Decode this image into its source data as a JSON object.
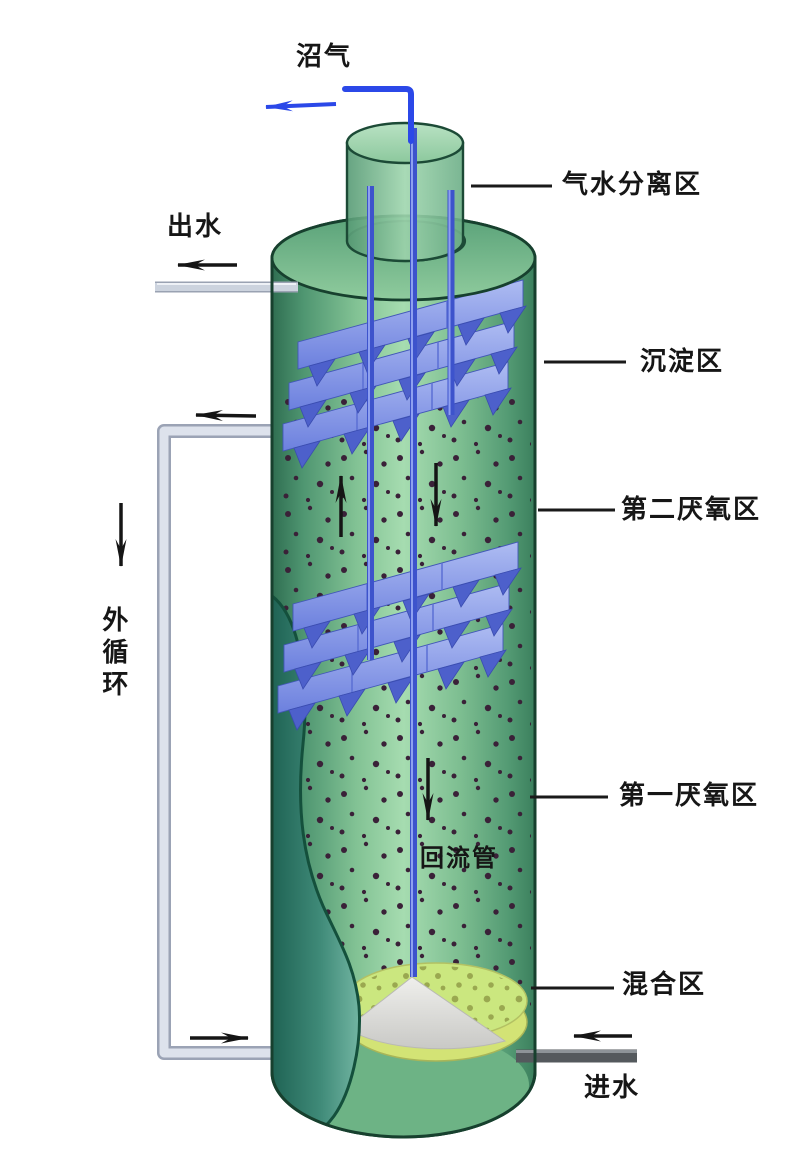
{
  "diagram": {
    "labels": {
      "biogas": "沼气",
      "gas_water_separation": "气水分离区",
      "effluent": "出水",
      "sedimentation": "沉淀区",
      "second_anaerobic_zone": "第二厌氧区",
      "external_circulation": "外循环",
      "return_pipe": "回流管",
      "first_anaerobic_zone": "第一厌氧区",
      "mixing_zone": "混合区",
      "influent": "进水"
    },
    "colors": {
      "tank_green_mid": "#a6dcb0",
      "tank_green_edge": "#2f6e51",
      "tank_outline": "#17402e",
      "plate_blue": "#7487e2",
      "plate_teeth_blue": "#4d60cb",
      "riser_pipe_blue": "#3d53cc",
      "biogas_pipe_blue": "#2b48e8",
      "mixing_yellow": "#cbe77f",
      "mixing_rim_yellow": "#d3e375",
      "cone_gray": "#d8d7d2",
      "cutaway_teal": "#3f8a78",
      "external_pipe_gray": "#dde2ec",
      "inlet_pipe_gray": "#54595d",
      "speckle_dark": "#3a2138",
      "label_black": "#161616"
    }
  }
}
